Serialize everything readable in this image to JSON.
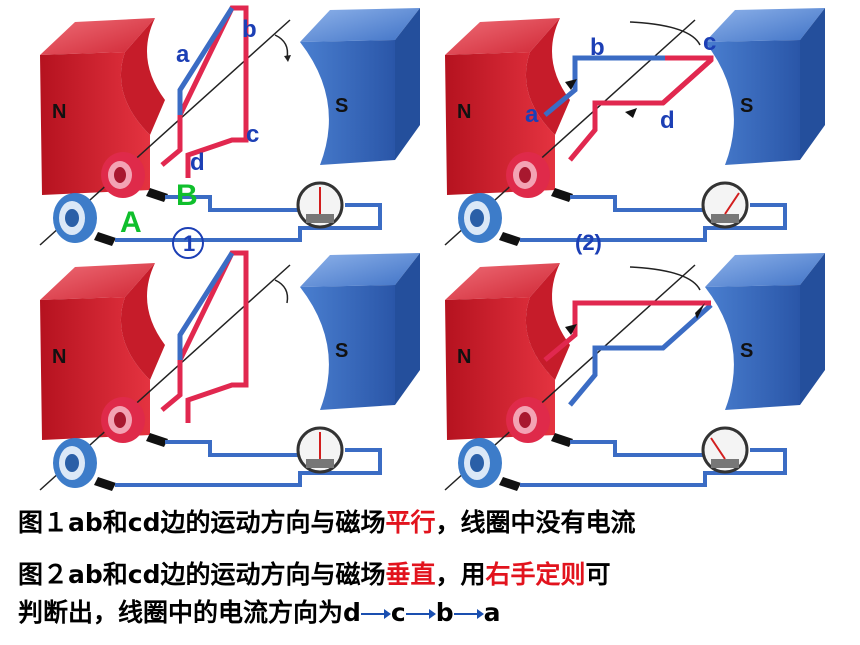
{
  "panels": [
    {
      "id": "p1",
      "poles": {
        "north": "N",
        "south": "S"
      },
      "labels": {
        "a": "a",
        "b": "b",
        "c": "c",
        "d": "d",
        "A": "A",
        "B": "B"
      },
      "number": "①"
    },
    {
      "id": "p2",
      "poles": {
        "north": "N",
        "south": "S"
      },
      "labels": {
        "a": "a",
        "b": "b",
        "c": "c",
        "d": "d"
      },
      "number": "(2)"
    },
    {
      "id": "p3",
      "poles": {
        "north": "N",
        "south": "S"
      }
    },
    {
      "id": "p4",
      "poles": {
        "north": "N",
        "south": "S"
      }
    }
  ],
  "caption": {
    "line1": {
      "prefix": "图１ab和cd边的运动方向与磁场",
      "highlight": "平行",
      "suffix": "，线圈中没有电流"
    },
    "line2": {
      "prefix": "图２ab和cd边的运动方向与磁场",
      "highlight1": "垂直",
      "middle": "，用",
      "highlight2": "右手定则",
      "suffix": "可"
    },
    "line3": {
      "prefix": "判断出，线圈中的电流方向为",
      "seq": [
        "d",
        "c",
        "b",
        "a"
      ]
    }
  },
  "colors": {
    "north_magnet": "#d8222f",
    "south_magnet": "#2f63b8",
    "wire_blue": "#3b6cc4",
    "wire_red": "#e1284f",
    "label_blue": "#1c3fb5",
    "label_green": "#0fbf2c",
    "highlight_red": "#e2131d"
  }
}
